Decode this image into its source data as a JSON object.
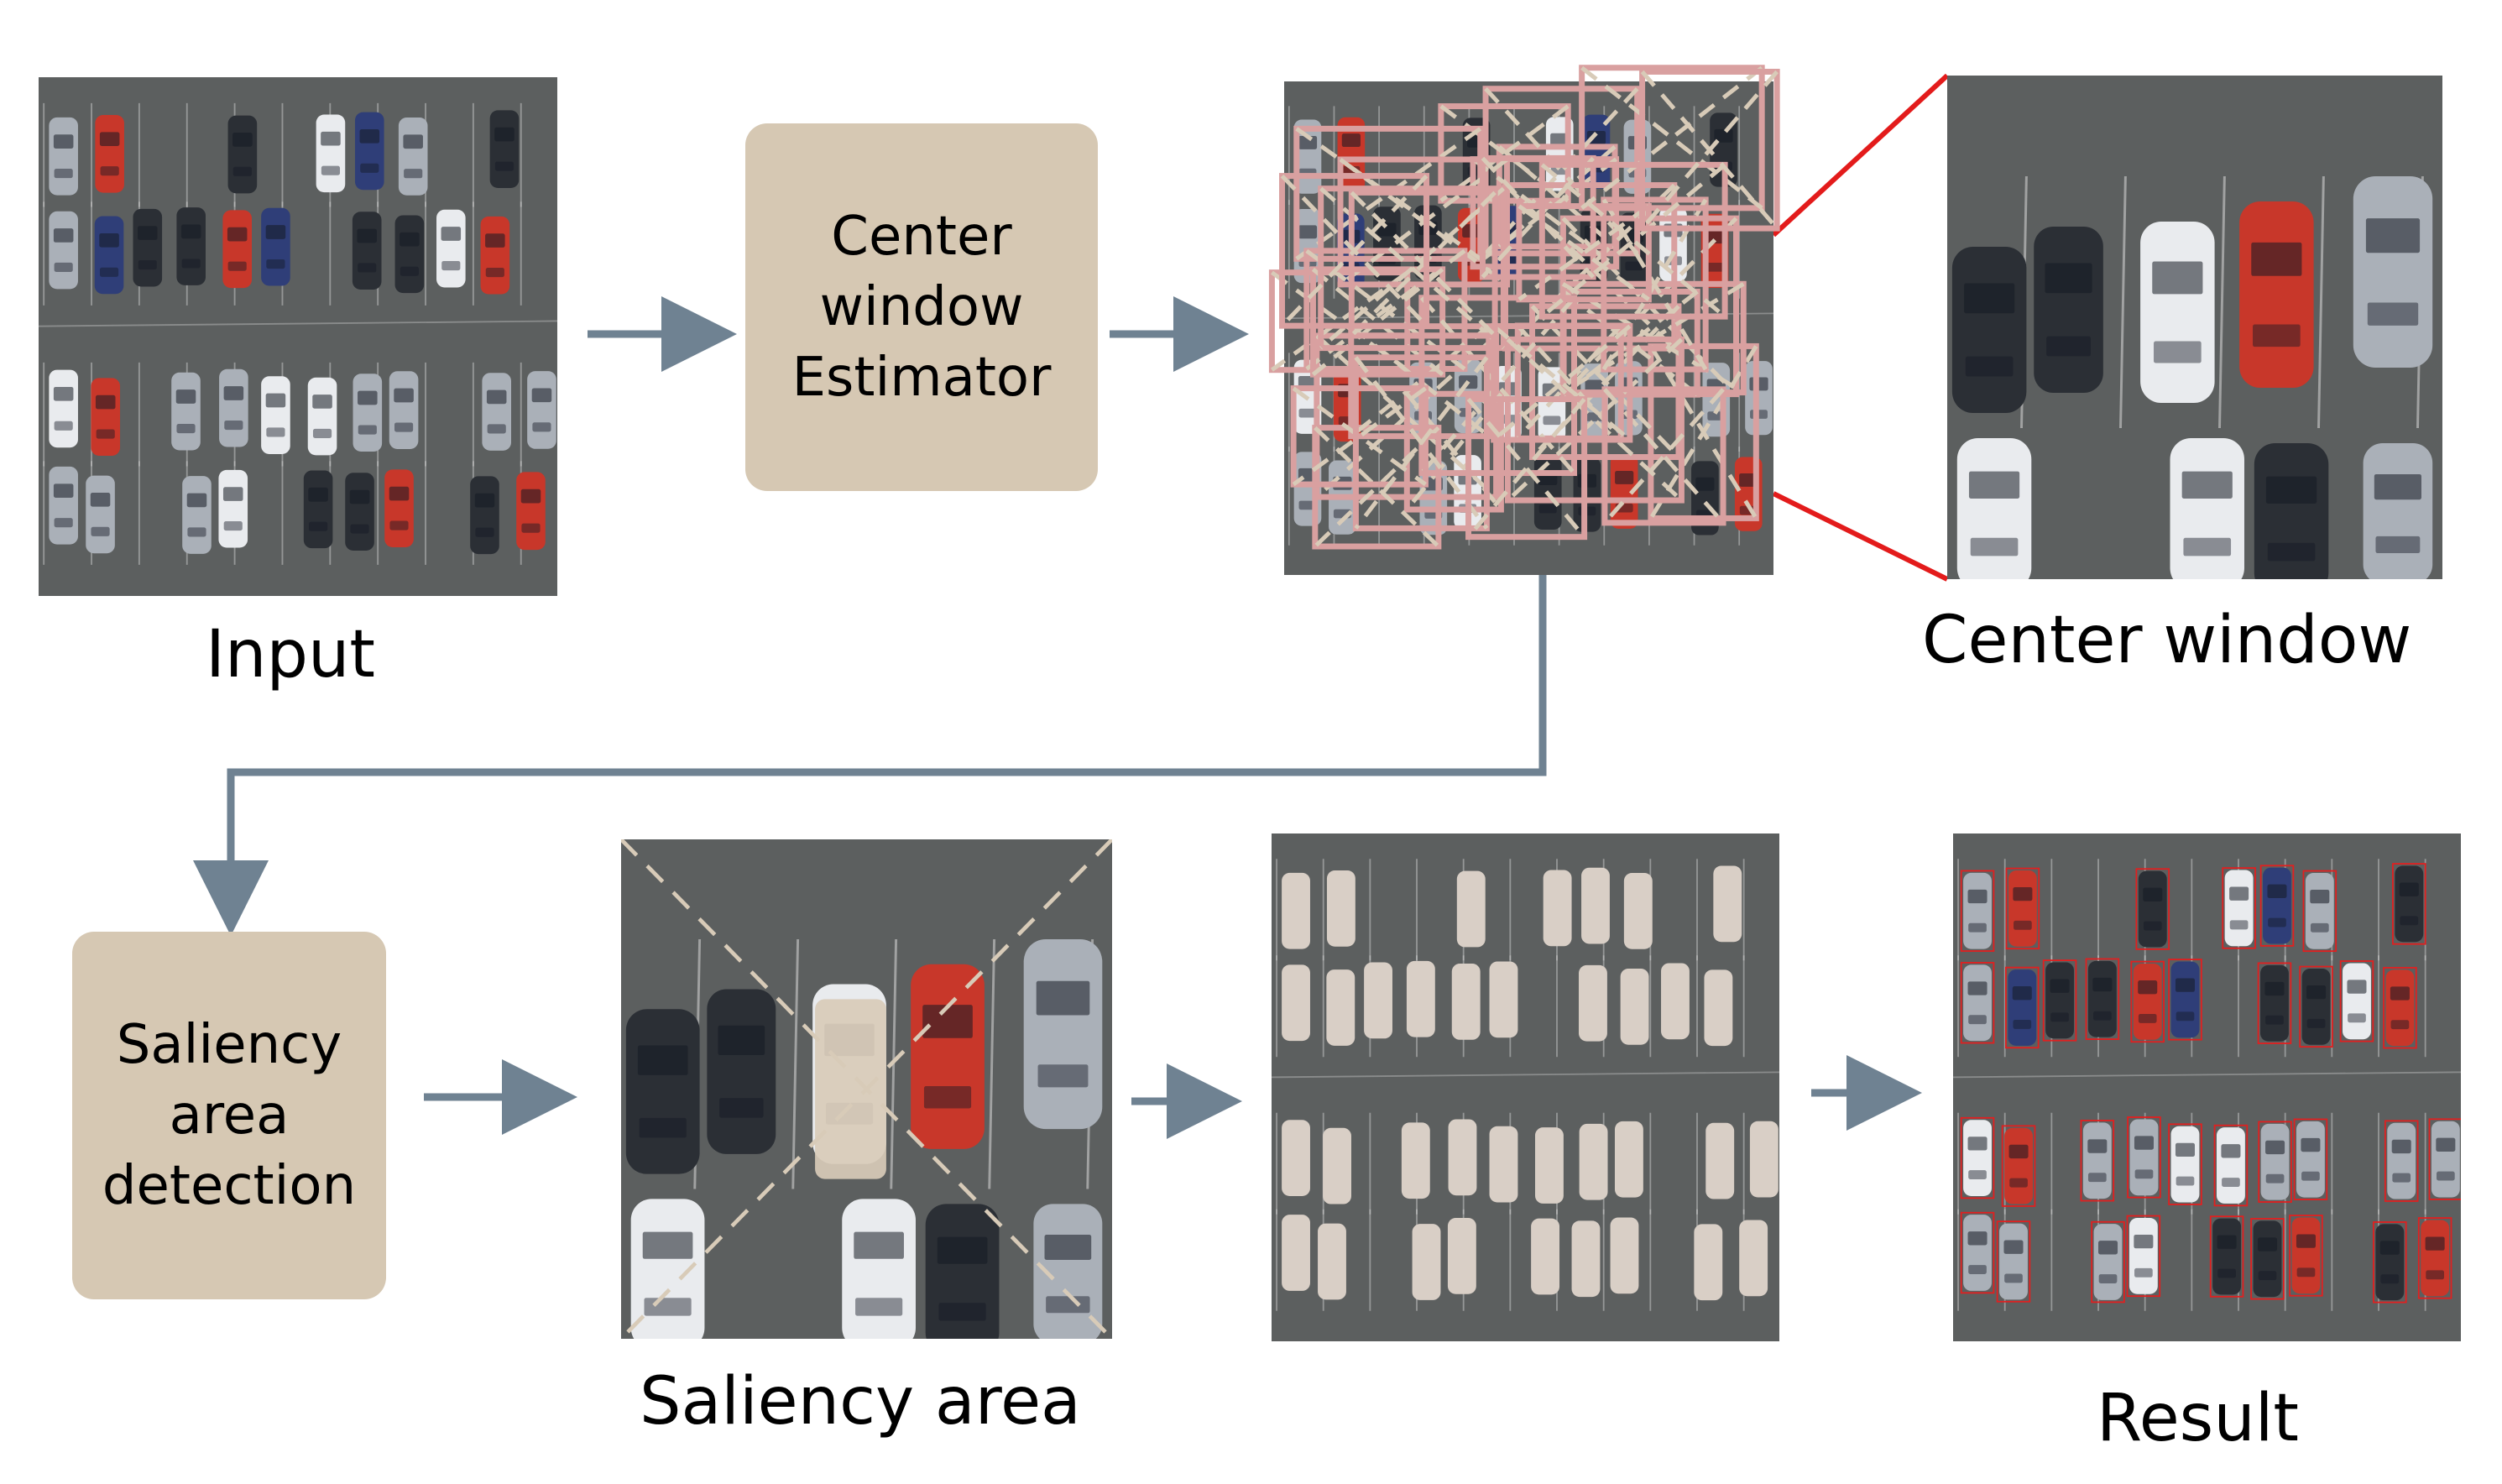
{
  "colors": {
    "box_fill": "#d6c8b3",
    "arrow": "#6f8292",
    "zoom_line": "#e31b1b",
    "window_box": "#d9a0a0",
    "window_diag": "#d8cbb8",
    "asphalt": "#5c5f5f",
    "car_red": "#c8372a",
    "car_blue": "#2f3e78",
    "car_white": "#e9ebee",
    "car_silver": "#aab0b8",
    "car_dark": "#2b2f35",
    "detect_box": "#e02020"
  },
  "labels": {
    "input": "Input",
    "center_window": "Center window",
    "saliency_area": "Saliency area",
    "result": "Result"
  },
  "boxes": {
    "estimator": [
      "Center",
      "window",
      "Estimator"
    ],
    "saliency": [
      "Saliency",
      "area",
      "detection"
    ]
  }
}
